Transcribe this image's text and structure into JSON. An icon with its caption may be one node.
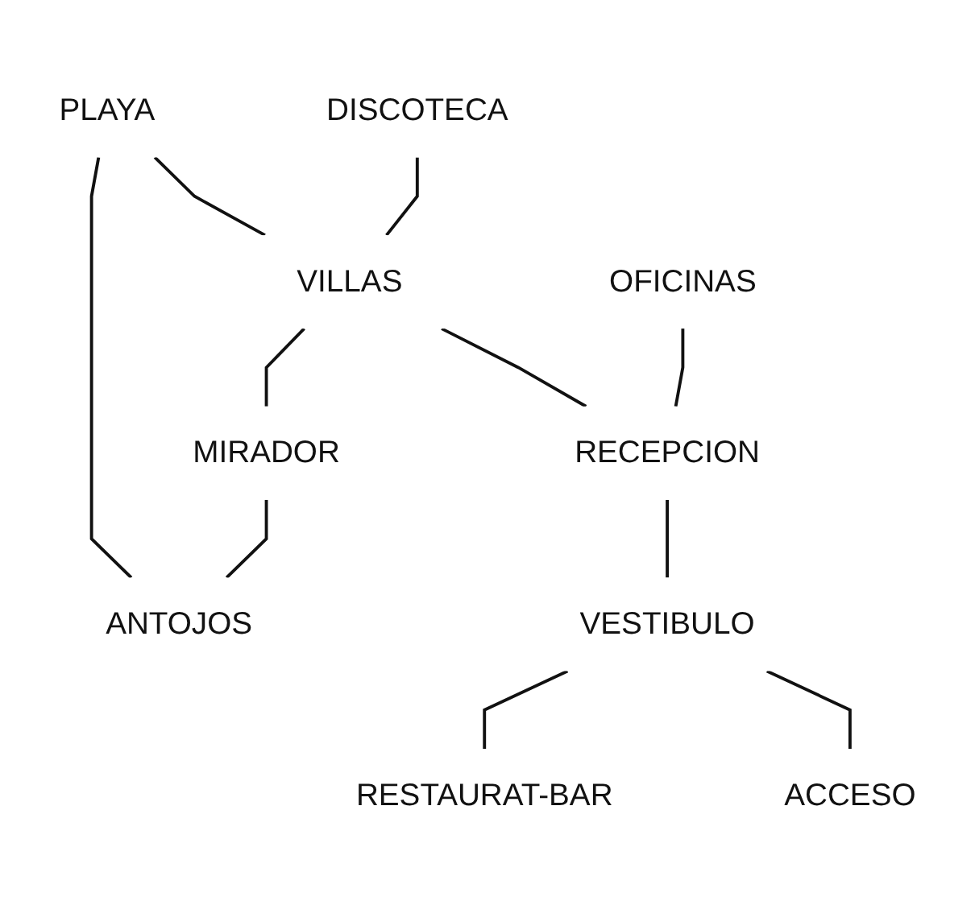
{
  "diagram": {
    "nodes": [
      {
        "text": [
          "PLAYA"
        ]
      },
      {
        "text": [
          "DISCOTECA"
        ]
      },
      {
        "text": [
          "VILLAS"
        ]
      },
      {
        "text": [
          "MIRADOR"
        ]
      },
      {
        "text": [
          "ANTOJOS"
        ]
      },
      {
        "text": [
          "OFICINAS"
        ]
      },
      {
        "text": [
          "RECEPCION"
        ]
      },
      {
        "text": [
          "VESTIBULO"
        ]
      },
      {
        "text": [
          "RESTAURAT-BAR"
        ]
      },
      {
        "text": [
          "ACCESO"
        ]
      }
    ],
    "edges": [
      {
        "from": 0,
        "to": 2,
        "arrow": "none"
      },
      {
        "from": 0,
        "to": 4,
        "arrow": "none"
      },
      {
        "from": 1,
        "to": 2,
        "arrow": "none"
      },
      {
        "from": 2,
        "to": 3,
        "arrow": "none"
      },
      {
        "from": 3,
        "to": 4,
        "arrow": "none"
      },
      {
        "from": 2,
        "to": 6,
        "arrow": "none"
      },
      {
        "from": 5,
        "to": 6,
        "arrow": "none"
      },
      {
        "from": 6,
        "to": 7,
        "arrow": "none"
      },
      {
        "from": 7,
        "to": 8,
        "arrow": "none"
      },
      {
        "from": 7,
        "to": 9,
        "arrow": "none"
      }
    ]
  }
}
